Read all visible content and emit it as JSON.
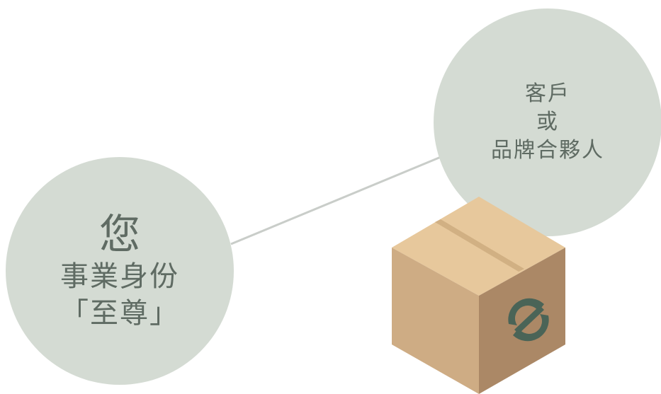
{
  "left_node": {
    "line1": "您",
    "line2": "事業身份",
    "line3": "「至尊」"
  },
  "right_node": {
    "line1": "客戶",
    "line2": "或",
    "line3": "品牌合夥人"
  },
  "colors": {
    "circle_fill": "#d4dbd3",
    "text": "#5f6b63",
    "connector": "#c9cdc9",
    "box_top": "#e7c89c",
    "box_left": "#ceac84",
    "box_right": "#ab8866",
    "logo": "#4a6457"
  },
  "icons": {
    "box": "package-box-icon",
    "logo": "brand-logo-icon"
  }
}
